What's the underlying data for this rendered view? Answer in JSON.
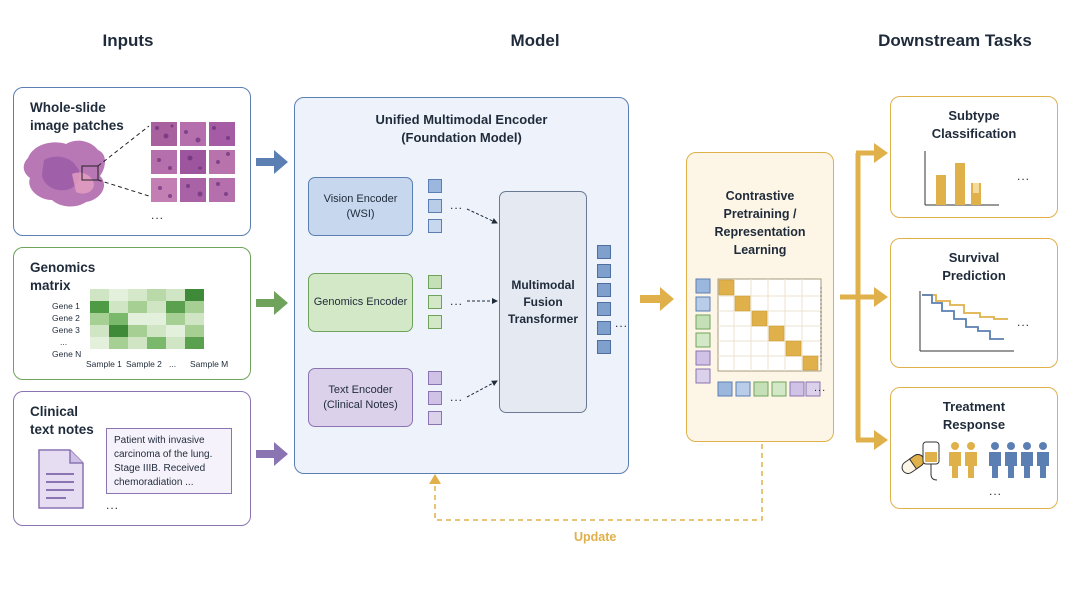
{
  "columns": {
    "inputs": "Inputs",
    "model": "Model",
    "downstream": "Downstream Tasks"
  },
  "inputs": {
    "wsi": {
      "title_line1": "Whole-slide",
      "title_line2": "image patches",
      "more": "..."
    },
    "genomics": {
      "title_line1": "Genomics",
      "title_line2": "matrix",
      "genes": [
        "Gene 1",
        "Gene 2",
        "Gene 3",
        "...",
        "Gene N"
      ],
      "samples": [
        "Sample 1",
        "Sample 2",
        "...",
        "Sample M"
      ]
    },
    "clinical": {
      "title_line1": "Clinical",
      "title_line2": "text notes",
      "note_lines": [
        "Patient with invasive",
        "carcinoma of the lung.",
        "Stage IIIB. Received",
        "chemoradiation ..."
      ],
      "more": "..."
    }
  },
  "model": {
    "title_line1": "Unified Multimodal Encoder",
    "title_line2": "(Foundation Model)",
    "vision_encoder": {
      "line1": "Vision Encoder",
      "line2": "(WSI)"
    },
    "genomics_encoder": {
      "line1": "Genomics Encoder"
    },
    "text_encoder": {
      "line1": "Text Encoder",
      "line2": "(Clinical Notes)"
    },
    "fusion": {
      "line1": "Multimodal",
      "line2": "Fusion",
      "line3": "Transformer"
    },
    "ellipsis": "..."
  },
  "contrastive": {
    "line1": "Contrastive",
    "line2": "Pretraining /",
    "line3": "Representation",
    "line4": "Learning",
    "ellipsis": "..."
  },
  "update_label": "Update",
  "tasks": {
    "subtype": {
      "line1": "Subtype",
      "line2": "Classification",
      "more": "..."
    },
    "survival": {
      "line1": "Survival",
      "line2": "Prediction",
      "more": "..."
    },
    "treatment": {
      "line1": "Treatment",
      "line2": "Response",
      "more": "..."
    }
  },
  "colors": {
    "blue": "#5b7fb3",
    "green": "#6fa35c",
    "purple": "#8a74b2",
    "gold": "#e0b04a",
    "vision_fill": "#c7d7ee",
    "genomics_fill": "#d3e8c6",
    "text_fill": "#dcd1ea"
  }
}
